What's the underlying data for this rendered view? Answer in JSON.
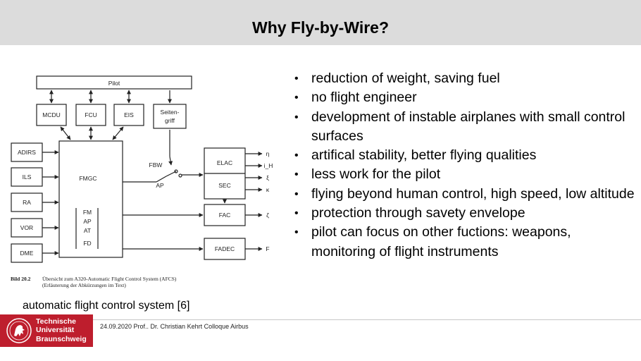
{
  "slide": {
    "title": "Why Fly-by-Wire?",
    "bullets": [
      "reduction of weight, saving fuel",
      "no flight engineer",
      "development of instable airplanes with small control surfaces",
      "artifical stability, better flying qualities",
      "less work for the pilot",
      "flying beyond human control, high speed, low altitude",
      "protection through savety envelope",
      "pilot can focus on other fuctions: weapons, monitoring of flight instruments"
    ],
    "caption": "automatic flight control system [6]"
  },
  "diagram": {
    "pilot": "Pilot",
    "top_boxes": [
      "MCDU",
      "FCU",
      "EIS",
      "Seiten-",
      "griff"
    ],
    "left_boxes": [
      "ADIRS",
      "ILS",
      "RA",
      "VOR",
      "DME"
    ],
    "fmgc": "FMGC",
    "fmgc_modes": [
      "FM",
      "AP",
      "AT",
      "FD"
    ],
    "switch_labels": [
      "FBW",
      "AP"
    ],
    "right_boxes": [
      "ELAC",
      "SEC",
      "FAC",
      "FADEC"
    ],
    "outputs": [
      "η",
      "i_H",
      "ξ",
      "κ",
      "ζ",
      "F"
    ],
    "figure_label": "Bild 20.2",
    "figure_caption_1": "Übersicht zum A320-Automatic Flight Control System (AFCS)",
    "figure_caption_2": "(Erläuterung der Abkürzungen im Text)"
  },
  "footer": {
    "logo_lines": [
      "Technische",
      "Universität",
      "Braunschweig"
    ],
    "text": "24.09.2020 Prof.. Dr. Christian Kehrt Colloque Airbus"
  },
  "colors": {
    "title_bar": "#dcdcdc",
    "logo_red": "#be1e2d"
  }
}
